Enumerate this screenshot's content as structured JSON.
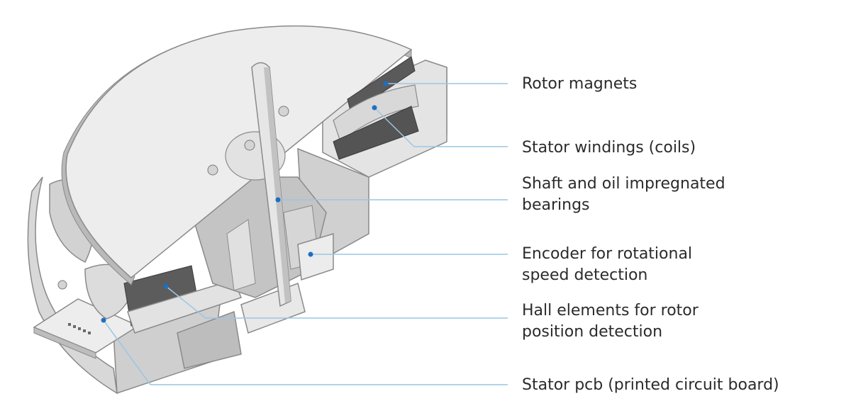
{
  "colors": {
    "leader_line": "#9cc6e4",
    "leader_dot": "#1f6fc0",
    "body_light": "#e6e6e6",
    "body_mid": "#c8c8c8",
    "body_dark": "#6e6e6e",
    "outline": "#8a8a8a"
  },
  "labels": [
    {
      "id": "rotor-magnets",
      "lines": [
        "Rotor magnets"
      ]
    },
    {
      "id": "stator-windings",
      "lines": [
        "Stator windings (coils)"
      ]
    },
    {
      "id": "shaft-bearings",
      "lines": [
        "Shaft and oil impregnated",
        "bearings"
      ]
    },
    {
      "id": "encoder",
      "lines": [
        "Encoder for rotational",
        "speed detection"
      ]
    },
    {
      "id": "hall-elements",
      "lines": [
        "Hall elements for rotor",
        "position detection"
      ]
    },
    {
      "id": "stator-pcb",
      "lines": [
        "Stator pcb (printed circuit board)"
      ]
    }
  ]
}
